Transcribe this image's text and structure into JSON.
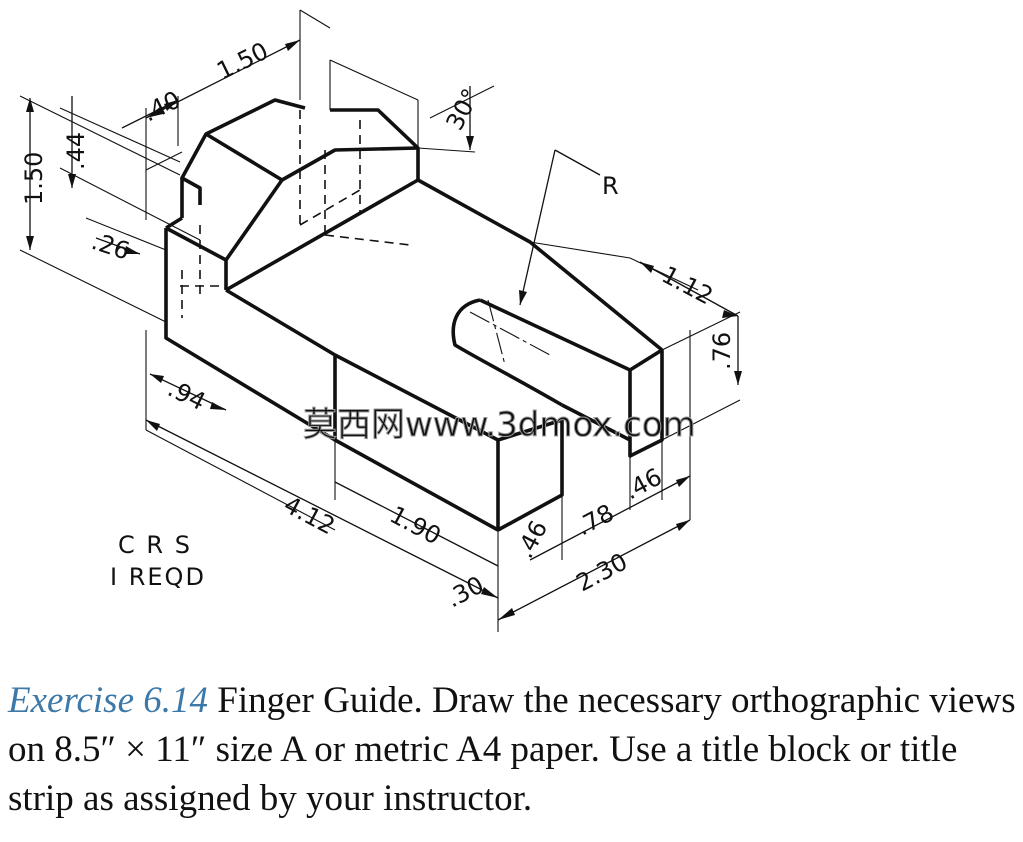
{
  "drawing": {
    "dimensions": {
      "d150_top": "1.50",
      "d40": ".40",
      "d150_left": "1.50",
      "d44": ".44",
      "d26": ".26",
      "d30deg": "30°",
      "radius": "R",
      "d112": "1.12",
      "d76": ".76",
      "d94": ".94",
      "d412": "4.12",
      "d190": "1.90",
      "d46a": ".46",
      "d78": ".78",
      "d46b": ".46",
      "d230": "2.30",
      "d30": ".30"
    },
    "notes": {
      "material": "C R S",
      "quantity": "I REQD"
    },
    "watermark": "莫西网www.3dmox.com"
  },
  "caption": {
    "label": "Exercise 6.14",
    "text": " Finger Guide. Draw the necessary orthographic views on 8.5″ × 11″ size A or metric A4 paper. Use a title block or title strip as assigned by your instructor."
  }
}
